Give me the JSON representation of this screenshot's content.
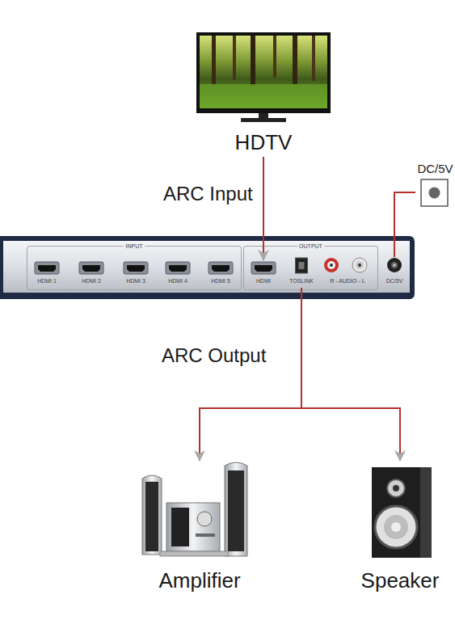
{
  "diagram": {
    "nodes": [
      {
        "text": [
          "HDTV"
        ]
      },
      {
        "text": [
          "DC/5V"
        ]
      },
      {
        "text": [
          "INPUT"
        ]
      },
      {
        "text": [
          "HDMI 1"
        ],
        "in": 2
      },
      {
        "text": [
          "HDMI 2"
        ],
        "in": 2
      },
      {
        "text": [
          "HDMI 3"
        ],
        "in": 2
      },
      {
        "text": [
          "HDMI 4"
        ],
        "in": 2
      },
      {
        "text": [
          "HDMI 5"
        ],
        "in": 2
      },
      {
        "text": [
          "OUTPUT"
        ]
      },
      {
        "text": [
          "HDMI"
        ],
        "in": 8
      },
      {
        "text": [
          "TOSLINK"
        ],
        "in": 8
      },
      {
        "text": [
          "R - AUDIO - L"
        ],
        "in": 8
      },
      {
        "text": [
          "DC/5V"
        ]
      },
      {
        "text": [
          "Amplifier"
        ]
      },
      {
        "text": [
          "Speaker"
        ]
      }
    ],
    "edges": [
      {
        "from": 0,
        "to": 9,
        "arrow": "to",
        "label": "ARC Input"
      },
      {
        "from": 10,
        "to": 13,
        "arrow": "to",
        "label": "ARC Output"
      },
      {
        "from": 10,
        "to": 14,
        "arrow": "to"
      },
      {
        "from": 1,
        "to": 12,
        "arrow": "none"
      }
    ]
  }
}
